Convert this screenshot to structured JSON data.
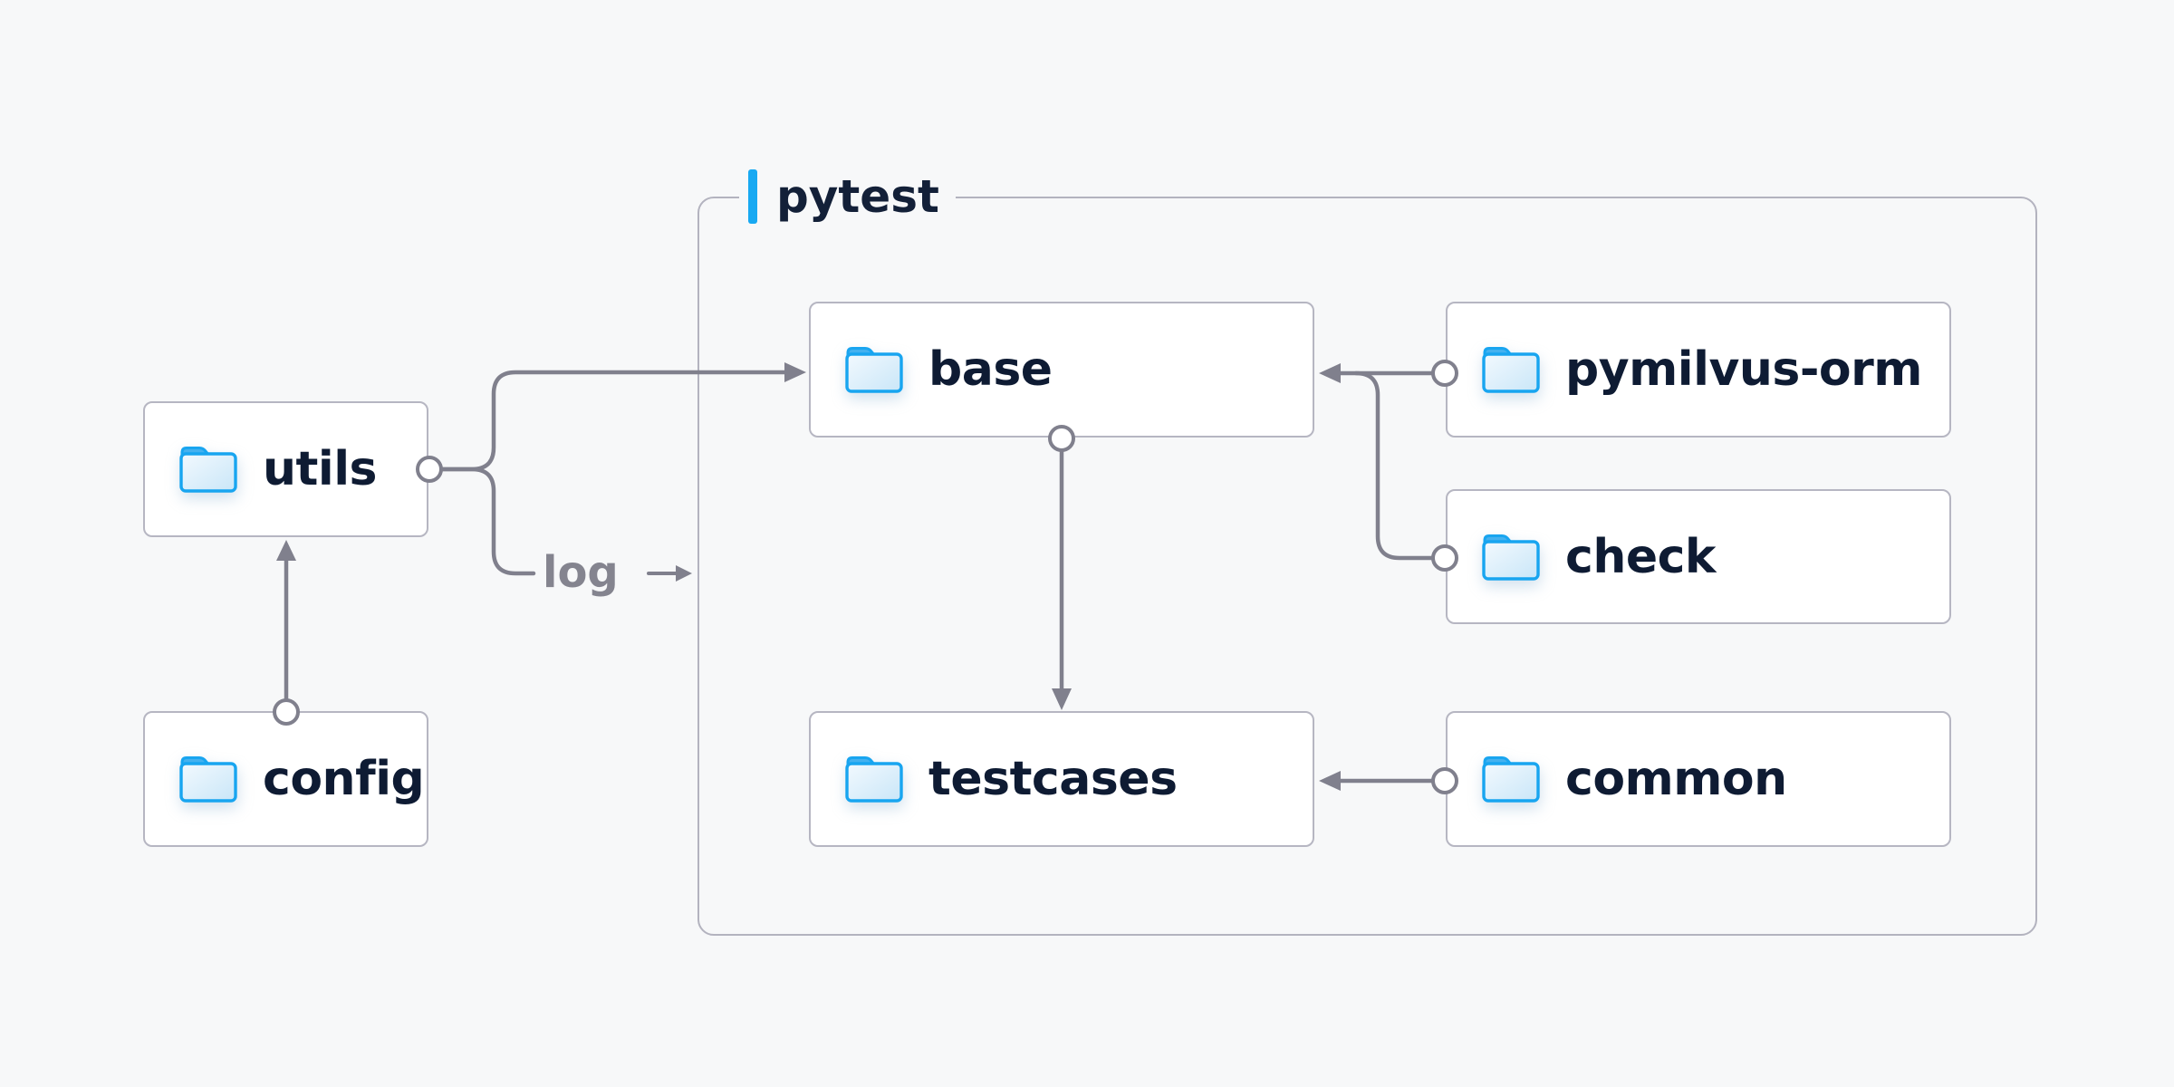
{
  "diagram": {
    "group": {
      "label": "pytest",
      "accent_color": "#18a9f2"
    },
    "nodes": {
      "utils": {
        "label": "utils",
        "icon": "folder-icon"
      },
      "config": {
        "label": "config",
        "icon": "folder-icon"
      },
      "base": {
        "label": "base",
        "icon": "folder-icon"
      },
      "pymilvus_orm": {
        "label": "pymilvus-orm",
        "icon": "folder-icon"
      },
      "check": {
        "label": "check",
        "icon": "folder-icon"
      },
      "testcases": {
        "label": "testcases",
        "icon": "folder-icon"
      },
      "common": {
        "label": "common",
        "icon": "folder-icon"
      }
    },
    "edges": [
      {
        "from": "config",
        "to": "utils",
        "label": ""
      },
      {
        "from": "utils",
        "to": "base",
        "label": ""
      },
      {
        "from": "utils",
        "to": "pytest",
        "label": "log"
      },
      {
        "from": "pymilvus-orm",
        "to": "base",
        "label": ""
      },
      {
        "from": "check",
        "to": "base",
        "label": ""
      },
      {
        "from": "base",
        "to": "testcases",
        "label": ""
      },
      {
        "from": "common",
        "to": "testcases",
        "label": ""
      }
    ],
    "colors": {
      "background": "#f7f8f9",
      "node_background": "#ffffff",
      "node_border": "#b6b6c2",
      "group_border": "#b3b3bf",
      "connector": "#80808d",
      "node_text": "#0e1b33",
      "group_label_text": "#132038",
      "accent_blue": "#18a9f2",
      "folder_stroke": "#18a5f0",
      "folder_tab": "#44b1ef",
      "log_text": "#84848f"
    }
  }
}
